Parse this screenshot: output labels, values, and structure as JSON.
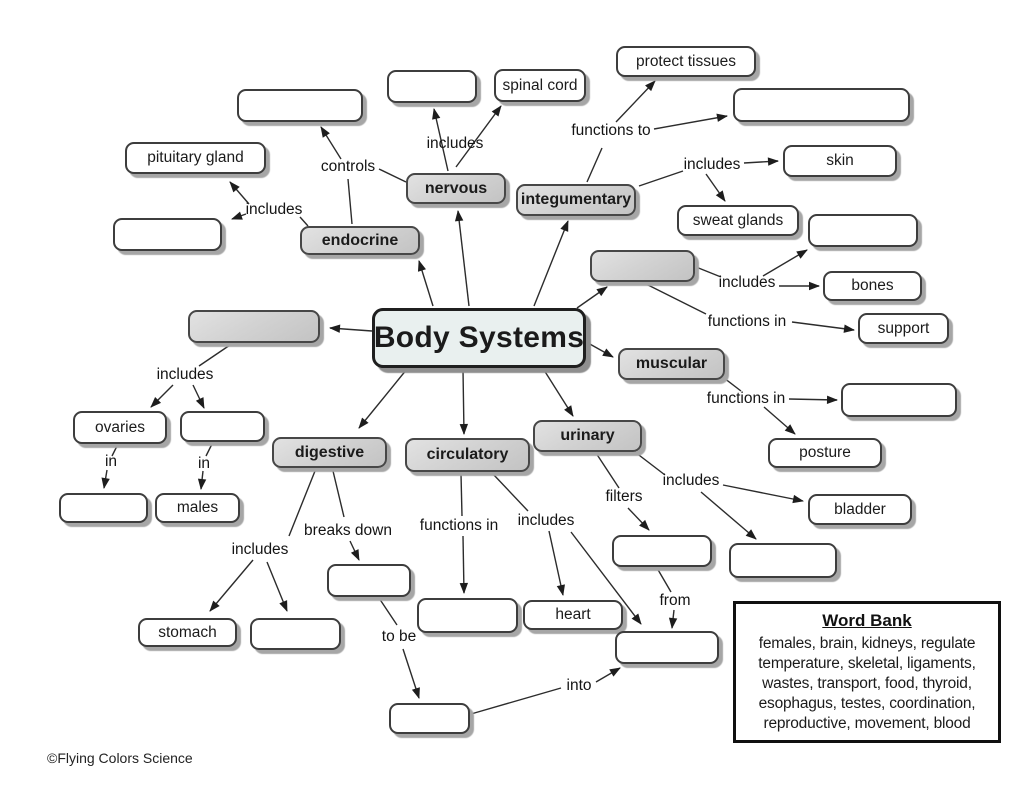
{
  "title": "Body Systems",
  "copyright": "©Flying Colors Science",
  "colors": {
    "node_fill": "#ffffff",
    "system_node_fill": "#cbcbcb",
    "main_node_fill": "#e9f0ef",
    "border": "#3d3d3d",
    "shadow": "#a6a6a6",
    "line": "#2c2c2c"
  },
  "nodes": {
    "body_systems": "Body Systems",
    "endocrine": "endocrine",
    "nervous": "nervous",
    "integumentary": "integumentary",
    "muscular": "muscular",
    "urinary": "urinary",
    "circulatory": "circulatory",
    "digestive": "digestive",
    "pituitary_gland": "pituitary gland",
    "spinal_cord": "spinal cord",
    "protect_tissues": "protect tissues",
    "skin": "skin",
    "sweat_glands": "sweat glands",
    "bones": "bones",
    "support": "support",
    "posture": "posture",
    "bladder": "bladder",
    "ovaries": "ovaries",
    "males": "males",
    "stomach": "stomach",
    "heart": "heart",
    "blank_top_left": "",
    "blank_left": "",
    "blank_above_nervous": "",
    "blank_top_right": "",
    "blank_below_skin": "",
    "blank_skeletal_system": "",
    "blank_reproductive_system": "",
    "blank_right_muscular": "",
    "blank_right_ovaries": "",
    "blank_below_ovaries": "",
    "blank_right_stomach": "",
    "blank_breaks_down": "",
    "blank_functions_circulatory": "",
    "blank_blood": "",
    "blank_filters": "",
    "blank_includes_urinary": "",
    "blank_to_be": ""
  },
  "edge_labels": {
    "controls": "controls",
    "includes_endocrine": "includes",
    "includes_nervous": "includes",
    "functions_to": "functions to",
    "includes_skin": "includes",
    "includes_skeletal": "includes",
    "functions_in_skeletal": "functions in",
    "functions_in_muscular": "functions in",
    "includes_reproductive": "includes",
    "in_females": "in",
    "in_males": "in",
    "includes_digestive": "includes",
    "breaks_down": "breaks down",
    "to_be": "to be",
    "functions_in_circulatory": "functions in",
    "includes_circulatory": "includes",
    "filters": "filters",
    "includes_urinary": "includes",
    "from": "from",
    "into": "into"
  },
  "word_bank": {
    "title": "Word Bank",
    "lines": [
      "females, brain, kidneys, regulate",
      "temperature, skeletal, ligaments,",
      "wastes, transport, food, thyroid,",
      "esophagus, testes, coordination,",
      "reproductive, movement, blood"
    ]
  }
}
